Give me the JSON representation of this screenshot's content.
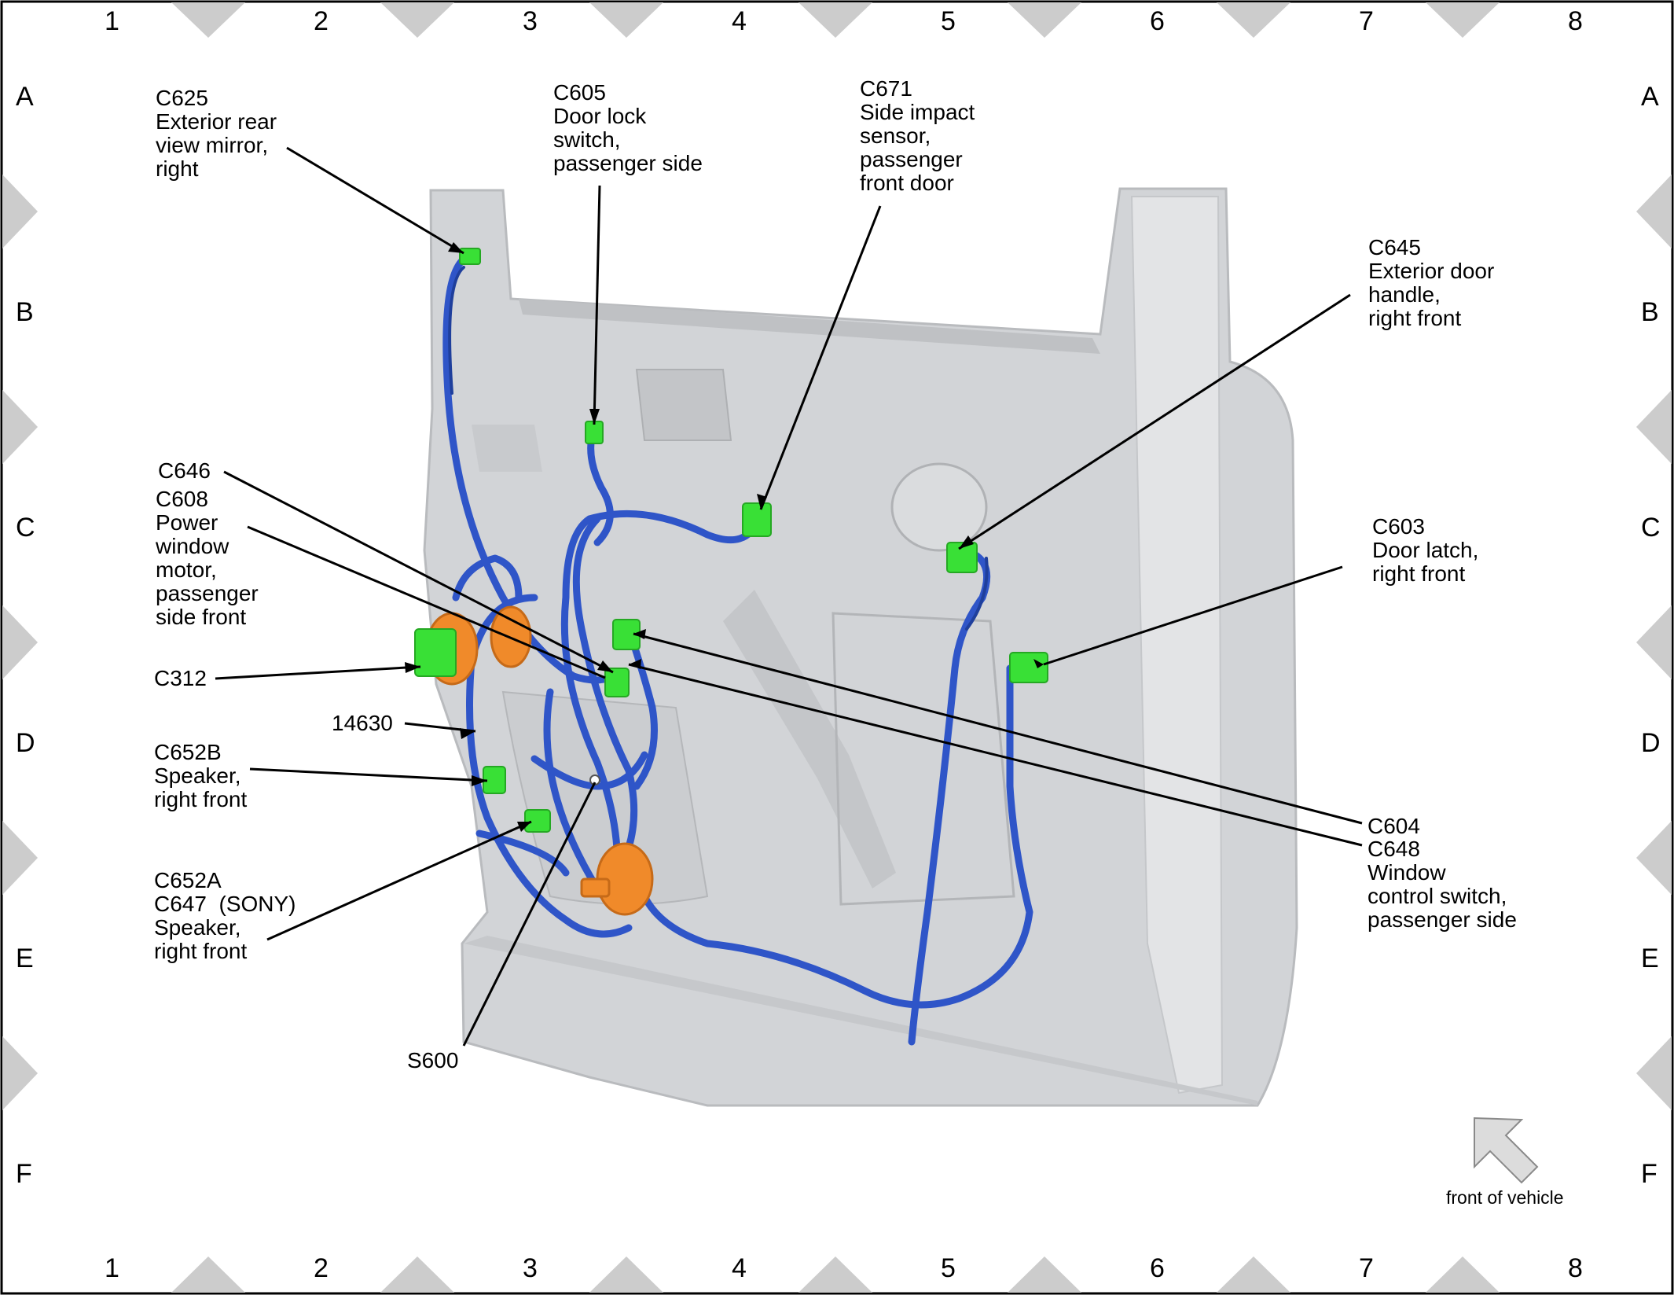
{
  "grid": {
    "columns": [
      "1",
      "2",
      "3",
      "4",
      "5",
      "6",
      "7",
      "8"
    ],
    "rows": [
      "A",
      "B",
      "C",
      "D",
      "E",
      "F"
    ]
  },
  "colors": {
    "door_panel": "#d2d4d7",
    "harness": "#2f55c8",
    "connector": "#39e036",
    "grommet": "#f08a2a",
    "border_triangle": "#cccccc"
  },
  "callouts": {
    "c625": "C625\nExterior rear\nview mirror,\nright",
    "c605": "C605\nDoor lock\nswitch,\npassenger side",
    "c671": "C671\nSide impact\nsensor,\npassenger\nfront door",
    "c645": "C645\nExterior door\nhandle,\nright front",
    "c646": "C646",
    "c608": "C608\nPower\nwindow\nmotor,\npassenger\nside front",
    "c603": "C603\nDoor latch,\nright front",
    "c312": "C312",
    "harness_14630": "14630",
    "c652b": "C652B\nSpeaker,\nright front",
    "c604": "C604",
    "c648": "C648\nWindow\ncontrol switch,\npassenger side",
    "c652a": "C652A\nC647  (SONY)\nSpeaker,\nright front",
    "s600": "S600"
  },
  "orientation": {
    "label": "front of vehicle",
    "icon": "arrow-up-left-icon"
  }
}
